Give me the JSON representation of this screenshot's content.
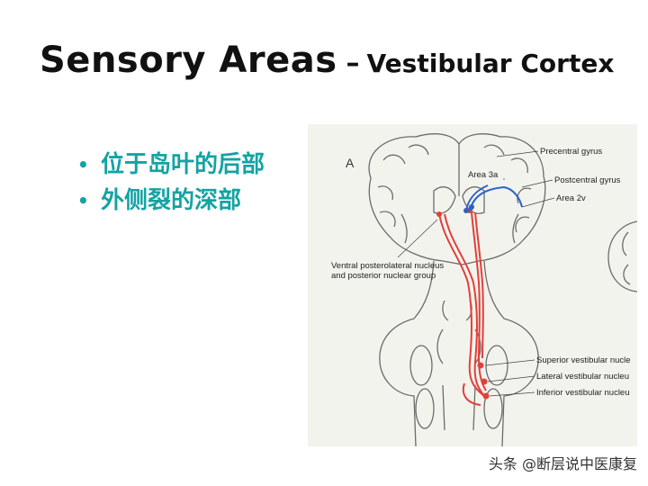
{
  "title": {
    "main": "Sensory Areas",
    "separator": "–",
    "sub": "Vestibular Cortex"
  },
  "bullets": [
    "位于岛叶的后部",
    "外侧裂的深部"
  ],
  "figure": {
    "panel_label": "A",
    "labels": {
      "precentral": "Precentral gyrus",
      "area3a": "Area 3a",
      "postcentral": "Postcentral gyrus",
      "area2v": "Area 2v",
      "vpl_line1": "Ventral posterolateral nucleus",
      "vpl_line2": "and posterior nuclear group",
      "superior": "Superior vestibular nucle",
      "lateral": "Lateral vestibular nucleu",
      "inferior": "Inferior vestibular nucleu"
    },
    "colors": {
      "pathway_red": "#e2403a",
      "pathway_blue": "#2a62c9",
      "outline": "#6b6b6b"
    }
  },
  "watermark": "头条 @断层说中医康复"
}
